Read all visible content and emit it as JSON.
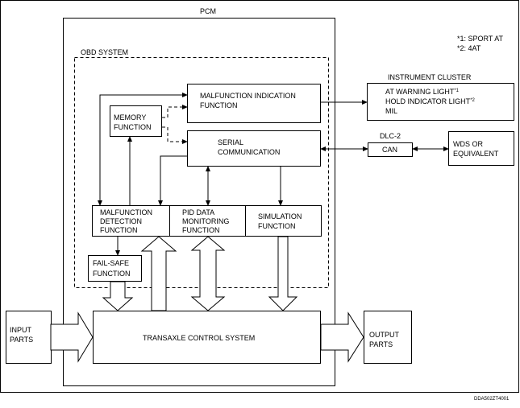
{
  "pcm": {
    "title": "PCM"
  },
  "notes": {
    "note1": "*1: SPORT AT",
    "note2": "*2: 4AT"
  },
  "obd": {
    "title": "OBD SYSTEM"
  },
  "malfunction_indication": {
    "line1": "MALFUNCTION INDICATION",
    "line2": "FUNCTION"
  },
  "memory": {
    "line1": "MEMORY",
    "line2": "FUNCTION"
  },
  "serial": {
    "line1": "SERIAL",
    "line2": "COMMUNICATION"
  },
  "detection": {
    "line1": "MALFUNCTION",
    "line2": "DETECTION",
    "line3": "FUNCTION"
  },
  "pid": {
    "line1": "PID DATA",
    "line2": "MONITORING",
    "line3": "FUNCTION"
  },
  "simulation": {
    "line1": "SIMULATION",
    "line2": "FUNCTION"
  },
  "failsafe": {
    "line1": "FAIL-SAFE",
    "line2": "FUNCTION"
  },
  "instrument_cluster": {
    "title": "INSTRUMENT CLUSTER",
    "item1": "AT WARNING LIGHT",
    "item1_sup": "*1",
    "item2": "HOLD INDICATOR LIGHT",
    "item2_sup": "*2",
    "item3": "MIL"
  },
  "dlc": {
    "title": "DLC-2",
    "can": "CAN"
  },
  "wds": {
    "line1": "WDS OR",
    "line2": "EQUIVALENT"
  },
  "input": {
    "line1": "INPUT",
    "line2": "PARTS"
  },
  "output": {
    "line1": "OUTPUT",
    "line2": "PARTS"
  },
  "transaxle": {
    "label": "TRANSAXLE CONTROL SYSTEM"
  },
  "figure_code": "DDA502ZT4001"
}
